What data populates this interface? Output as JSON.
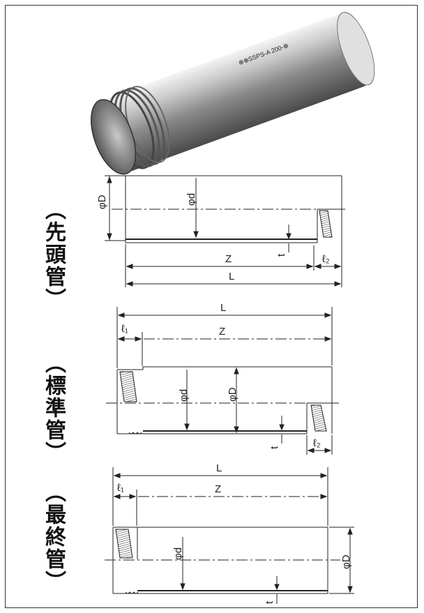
{
  "pipe_photo": {
    "stamp": "⊕⊕SSPS-A 200-⊕"
  },
  "labels": {
    "phi_D": "φD",
    "phi_d": "φd",
    "Z": "Z",
    "L": "L",
    "t": "t",
    "l1": "ℓ₁",
    "l2": "ℓ₂"
  },
  "sections": [
    {
      "name": "（先頭管）"
    },
    {
      "name": "（標準管）"
    },
    {
      "name": "（最終管）"
    }
  ]
}
